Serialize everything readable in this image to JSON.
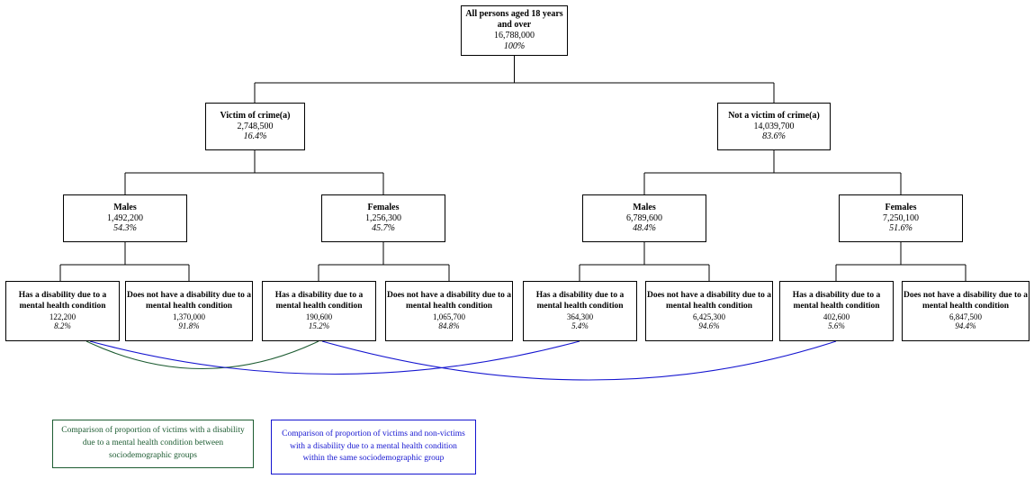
{
  "diagram": {
    "title_node": {
      "label": "All persons aged 18 years and over",
      "count": "16,788,000",
      "pct": "100%"
    },
    "level2": [
      {
        "label": "Victim of crime(a)",
        "count": "2,748,500",
        "pct": "16.4%"
      },
      {
        "label": "Not a victim of crime(a)",
        "count": "14,039,700",
        "pct": "83.6%"
      }
    ],
    "level3": [
      {
        "label": "Males",
        "count": "1,492,200",
        "pct": "54.3%"
      },
      {
        "label": "Females",
        "count": "1,256,300",
        "pct": "45.7%"
      },
      {
        "label": "Males",
        "count": "6,789,600",
        "pct": "48.4%"
      },
      {
        "label": "Females",
        "count": "7,250,100",
        "pct": "51.6%"
      }
    ],
    "level4": [
      {
        "label": "Has a disability due to a mental health condition",
        "count": "122,200",
        "pct": "8.2%"
      },
      {
        "label": "Does not have a disability due to a mental health condition",
        "count": "1,370,000",
        "pct": "91.8%"
      },
      {
        "label": "Has a disability due to a mental health condition",
        "count": "190,600",
        "pct": "15.2%"
      },
      {
        "label": "Does not have a disability due to a mental health condition",
        "count": "1,065,700",
        "pct": "84.8%"
      },
      {
        "label": "Has a disability due to a mental health condition",
        "count": "364,300",
        "pct": "5.4%"
      },
      {
        "label": "Does not have a disability due to a mental health condition",
        "count": "6,425,300",
        "pct": "94.6%"
      },
      {
        "label": "Has a disability due to a mental health condition",
        "count": "402,600",
        "pct": "5.6%"
      },
      {
        "label": "Does not have a disability due to a mental health condition",
        "count": "6,847,500",
        "pct": "94.4%"
      }
    ],
    "legends": [
      {
        "text": "Comparison of proportion of victims with a disability due to a mental health condition between sociodemographic groups",
        "color": "#1d5c32"
      },
      {
        "text": "Comparison of proportion of victims and non-victims with a disability due to a mental health condition within the same sociodemographic group",
        "color": "#1515d0"
      }
    ],
    "colors": {
      "tree_line": "#000000",
      "comparison_green": "#1d5c32",
      "comparison_blue": "#1515d0"
    }
  }
}
